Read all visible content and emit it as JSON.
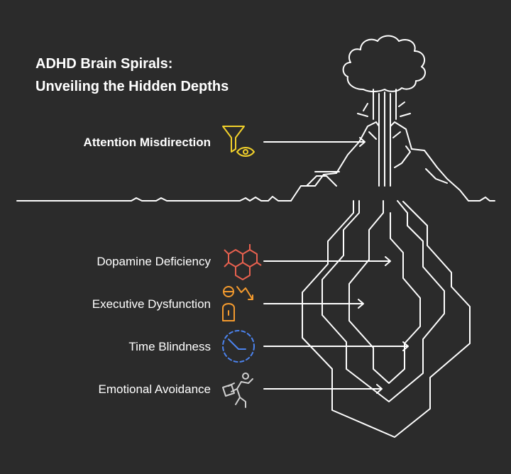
{
  "title": {
    "line1": "ADHD Brain Spirals:",
    "line2": "Unveiling the Hidden Depths"
  },
  "items": [
    {
      "label": "Attention Misdirection",
      "icon": "funnel-eye-icon",
      "color": "#f2d12b",
      "emphasis": true
    },
    {
      "label": "Dopamine Deficiency",
      "icon": "molecule-icon",
      "color": "#e8614f",
      "emphasis": false
    },
    {
      "label": "Executive Dysfunction",
      "icon": "person-downtrend-icon",
      "color": "#f39a2e",
      "emphasis": false
    },
    {
      "label": "Time Blindness",
      "icon": "clock-icon",
      "color": "#4c84f0",
      "emphasis": false
    },
    {
      "label": "Emotional Avoidance",
      "icon": "running-person-icon",
      "color": "#cfcfcf",
      "emphasis": false
    }
  ]
}
